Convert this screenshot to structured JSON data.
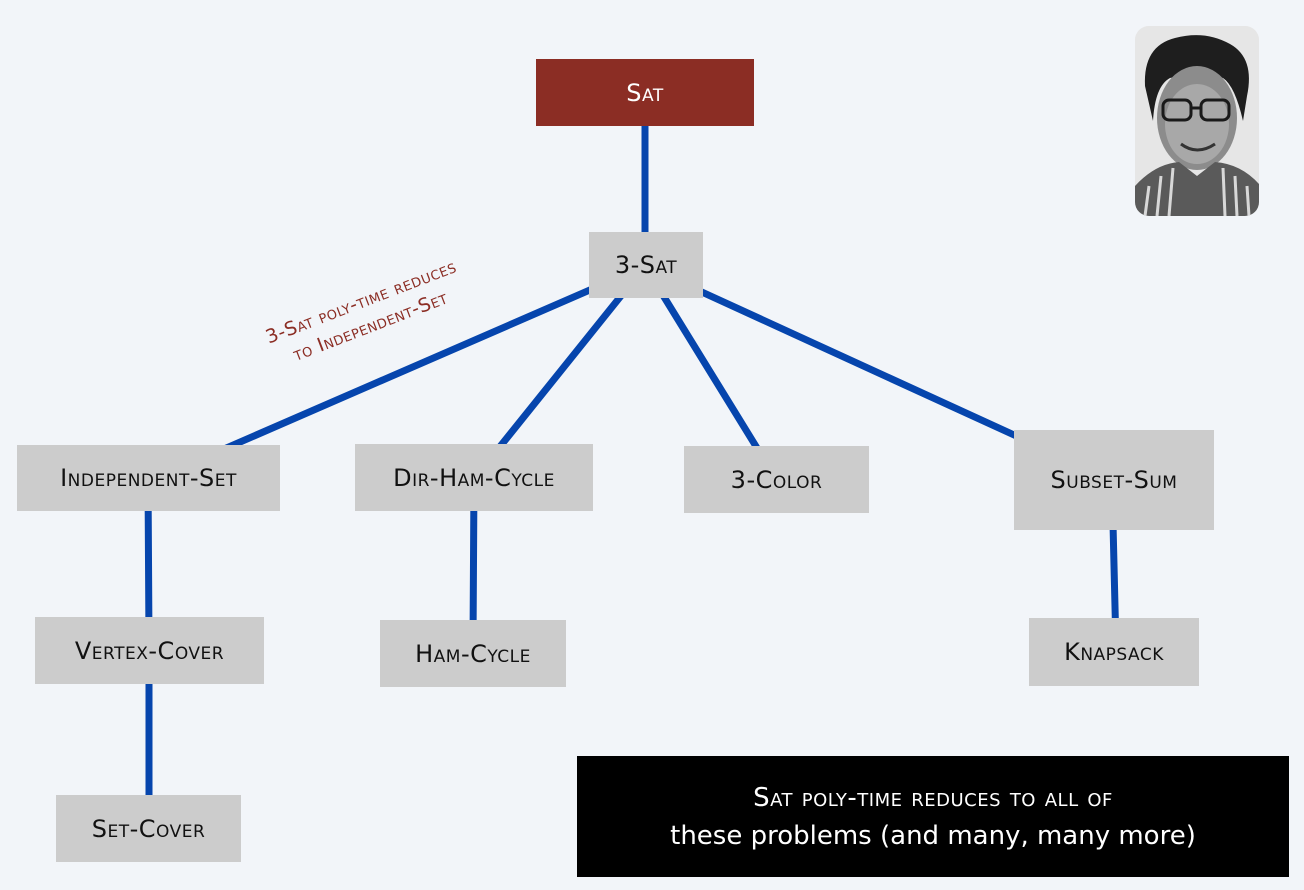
{
  "nodes": {
    "sat": "Sat",
    "three_sat": "3-Sat",
    "independent_set": "Independent-Set",
    "dir_ham_cycle": "Dir-Ham-Cycle",
    "three_color": "3-Color",
    "subset_sum": "Subset-Sum",
    "vertex_cover": "Vertex-Cover",
    "ham_cycle": "Ham-Cycle",
    "knapsack": "Knapsack",
    "set_cover": "Set-Cover"
  },
  "annotation": {
    "line1": "3-Sat poly-time reduces",
    "line2": "to Independent-Set"
  },
  "callout": {
    "line1": "Sat poly-time reduces to all of",
    "line2": "these problems (and many, many more)"
  },
  "colors": {
    "background": "#f2f5f9",
    "root_fill": "#8b2d24",
    "node_fill": "#cccccc",
    "edge": "#0645ad",
    "callout_fill": "#000000"
  },
  "icons": {
    "portrait": "portrait-photo"
  }
}
